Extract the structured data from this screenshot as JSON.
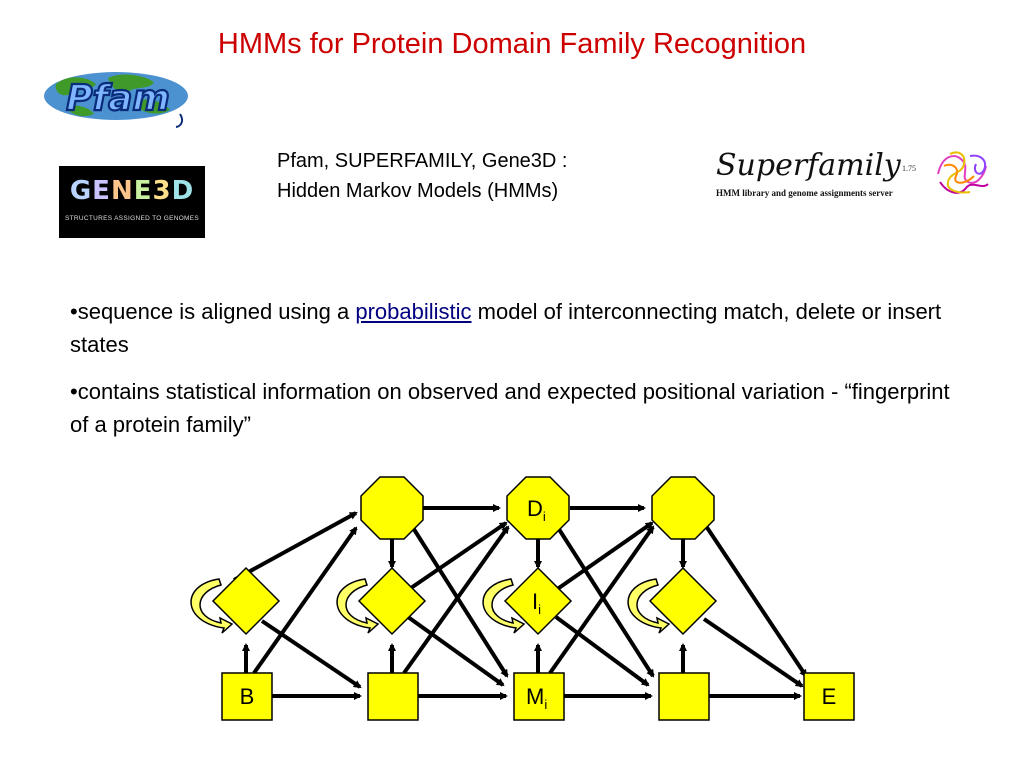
{
  "title": "HMMs for Protein Domain Family Recognition",
  "intro": {
    "line1": "Pfam, SUPERFAMILY, Gene3D :",
    "line2": "Hidden Markov Models (HMMs)"
  },
  "bullets": {
    "b1_prefix": "•sequence is aligned using a ",
    "b1_link": "probabilistic",
    "b1_suffix": " model of interconnecting match, delete or insert states",
    "b2": "•contains statistical information on observed and expected positional variation - “fingerprint of a protein family”"
  },
  "logos": {
    "pfam": "Pfam",
    "gene3d_word": [
      "G",
      "E",
      "N",
      "E",
      "3",
      "D"
    ],
    "gene3d_tag": "STRUCTURES ASSIGNED TO GENOMES",
    "superfamily_word": "Superfamily",
    "superfamily_version": "1.75",
    "superfamily_sub": "HMM library and genome assignments server"
  },
  "diagram": {
    "begin": "B",
    "end": "E",
    "delete_label": "D",
    "insert_label": "I",
    "match_label": "M",
    "subscript": "i",
    "colors": {
      "fill": "#ffff00",
      "stroke": "#000000",
      "loop_fill": "#ffff66"
    }
  }
}
